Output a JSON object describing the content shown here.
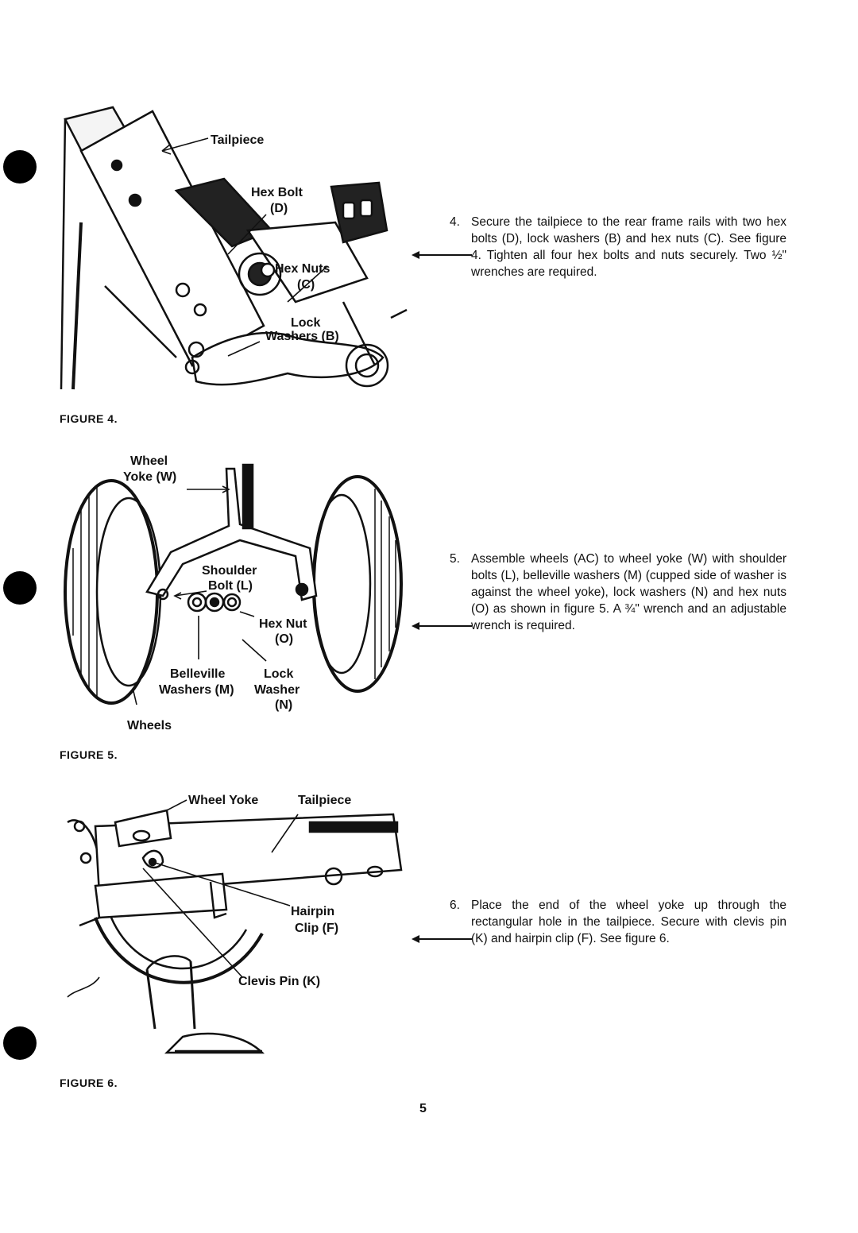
{
  "figures": {
    "fig4": {
      "caption": "FIGURE 4.",
      "labels": {
        "tailpiece": "Tailpiece",
        "hex_bolt": "Hex Bolt",
        "hex_bolt_code": "(D)",
        "hex_nuts": "Hex Nuts",
        "hex_nuts_code": "(C)",
        "lock": "Lock",
        "washers_b": "Washers (B)"
      }
    },
    "fig5": {
      "caption": "FIGURE 5.",
      "labels": {
        "wheel": "Wheel",
        "yoke_w": "Yoke (W)",
        "shoulder": "Shoulder",
        "bolt_l": "Bolt (L)",
        "hex_nut": "Hex Nut",
        "hex_nut_code": "(O)",
        "belleville": "Belleville",
        "washers_m": "Washers (M)",
        "lock": "Lock",
        "washer": "Washer",
        "washer_code": "(N)",
        "wheels": "Wheels"
      }
    },
    "fig6": {
      "caption": "FIGURE 6.",
      "labels": {
        "wheel_yoke": "Wheel Yoke",
        "tailpiece": "Tailpiece",
        "hairpin": "Hairpin",
        "clip_f": "Clip (F)",
        "clevis_pin": "Clevis Pin (K)"
      }
    }
  },
  "steps": [
    {
      "number": "4.",
      "text": "Secure the tailpiece to the rear frame rails with two hex bolts (D), lock washers (B) and hex nuts (C). See figure 4. Tighten all four hex bolts and nuts securely. Two ½\" wrenches are required."
    },
    {
      "number": "5.",
      "text": "Assemble wheels (AC) to wheel yoke (W) with shoulder bolts (L), belleville washers (M) (cupped side of washer is against the wheel yoke), lock washers (N) and hex nuts (O) as shown in figure 5. A ¾\" wrench and an adjustable wrench is required."
    },
    {
      "number": "6.",
      "text": "Place the end of the wheel yoke up through the rectangular hole in the tailpiece. Secure with clevis pin (K) and hairpin clip (F). See figure 6."
    }
  ],
  "page_number": "5"
}
